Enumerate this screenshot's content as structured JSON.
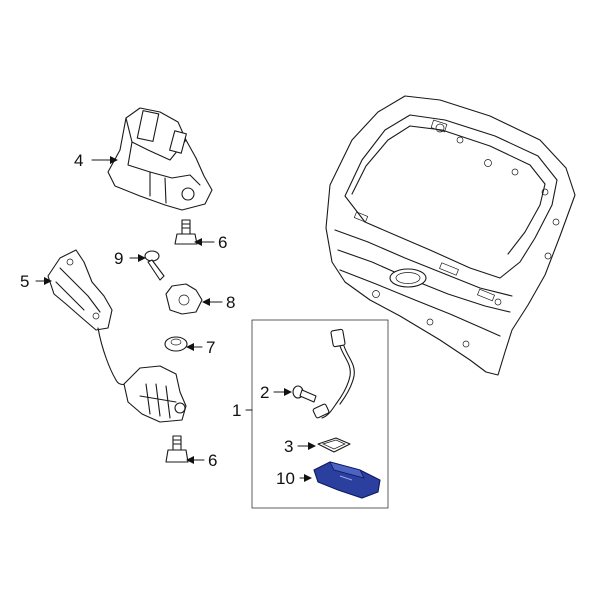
{
  "colors": {
    "line": "#1a1a1a",
    "highlight": "#2a3f9e",
    "background": "#ffffff"
  },
  "callouts": {
    "c1": "1",
    "c2": "2",
    "c3": "3",
    "c4": "4",
    "c5": "5",
    "c6a": "6",
    "c6b": "6",
    "c7": "7",
    "c8": "8",
    "c9": "9",
    "c10": "10"
  },
  "highlighted_part": "10"
}
